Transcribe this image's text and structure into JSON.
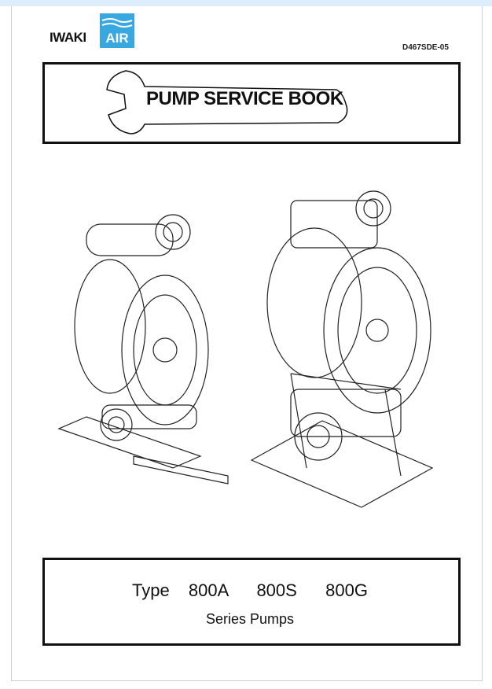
{
  "logo": {
    "brand": "IWAKI",
    "sub": "AIR",
    "color": "#3aa8e0"
  },
  "doc_code": "D467SDE-05",
  "title": "PUMP SERVICE BOOK",
  "illustration": {
    "icon": "diaphragm-pump-drawings"
  },
  "type_line": "Type  800A   800S   800G",
  "series": "Series Pumps"
}
